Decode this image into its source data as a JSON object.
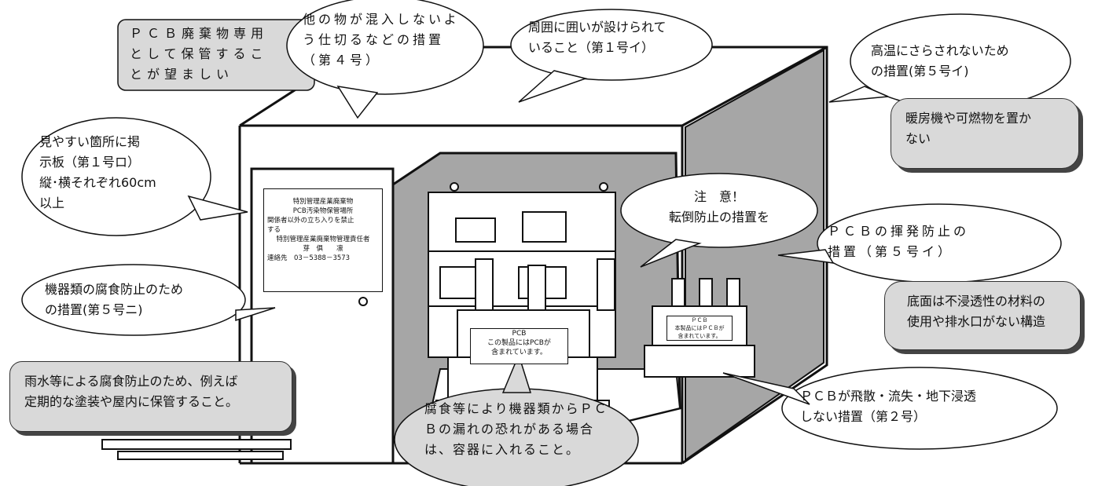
{
  "callouts": {
    "storage_dedicated": "ＰＣＢ廃棄物専用\nとして保管するこ\nとが望ましい",
    "partition": "他の物が混入しないよ\nう仕切るなどの措置\n（第４号）",
    "enclosure": "周囲に囲いが設けられて\nいること（第１号イ）",
    "high_temp": "高温にさらされないため\nの措置(第５号イ)",
    "no_heaters": "暖房機や可燃物を置か\nない",
    "signboard": "見やすい箇所に掲\n示板（第１号ロ）\n縦･横それぞれ60cm\n以上",
    "caution": "注　意！\n転倒防止の措置を",
    "volatilization": "ＰＣＢの揮発防止の\n措置（第５号イ）",
    "corrosion_equipment": "機器類の腐食防止のため\nの措置(第５号ニ)",
    "floor": "底面は不浸透性の材料の\n使用や排水口がない構造",
    "rainwater": "雨水等による腐食防止のため、例えば\n定期的な塗装や屋内に保管すること。",
    "leakage": "腐食等により機器類からＰＣ\nＢの漏れの恐れがある場合\nは、容器に入れること。",
    "scatter": "ＰＣＢが飛散・流失・地下浸透\nしない措置（第２号）"
  },
  "sign": {
    "line1": "特別管理産業廃棄物",
    "line2": "PCB汚染物保管場所",
    "line3": "関係者以外の立ち入りを禁止",
    "line4": "する",
    "line5": "特別管理産業廃棄物管理責任者",
    "line6": "芽　俱　　凛",
    "line7": "連絡先　03－5388－3573"
  },
  "pcb_labels": {
    "main_title": "PCB",
    "main_text": "この製品にはPCBが\n含まれています。",
    "small_title": "ＰＣＢ",
    "small_text": "本製品にはＰＣＢが\n含まれています。"
  },
  "colors": {
    "fill_gray": "#d9d9d9",
    "room_gray": "#a6a6a6",
    "line": "#111111"
  }
}
